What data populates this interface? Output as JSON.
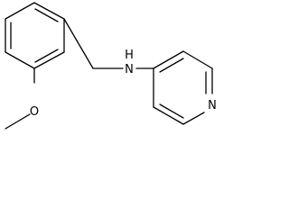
{
  "molecule": {
    "atoms": {
      "amine": "N",
      "hydrogen": "H",
      "ether_oxygen": "O",
      "pyridine_nitrogen": "N"
    }
  }
}
